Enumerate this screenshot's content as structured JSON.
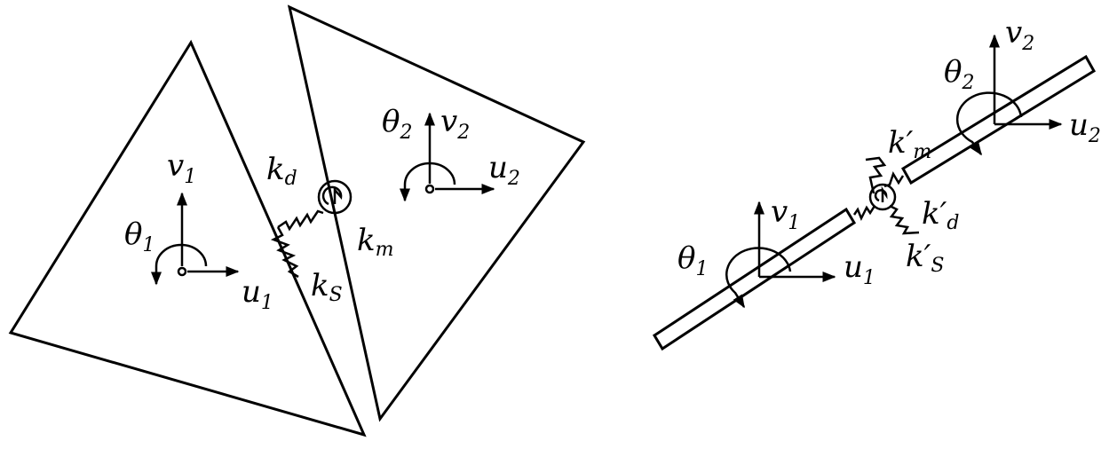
{
  "left_diagram": {
    "element1": {
      "theta": "θ",
      "theta_sub": "1",
      "v": "v",
      "v_sub": "1",
      "u": "u",
      "u_sub": "1"
    },
    "element2": {
      "theta": "θ",
      "theta_sub": "2",
      "v": "v",
      "v_sub": "2",
      "u": "u",
      "u_sub": "2"
    },
    "springs": {
      "kd": {
        "base": "k",
        "sub": "d"
      },
      "km": {
        "base": "k",
        "sub": "m"
      },
      "ks": {
        "base": "k",
        "sub": "S"
      }
    }
  },
  "right_diagram": {
    "element1": {
      "theta": "θ",
      "theta_sub": "1",
      "v": "v",
      "v_sub": "1",
      "u": "u",
      "u_sub": "1"
    },
    "element2": {
      "theta": "θ",
      "theta_sub": "2",
      "v": "v",
      "v_sub": "2",
      "u": "u",
      "u_sub": "2"
    },
    "springs": {
      "kd": {
        "base": "k′",
        "sub": "d"
      },
      "km": {
        "base": "k′",
        "sub": "m"
      },
      "ks": {
        "base": "k′",
        "sub": "S"
      }
    }
  },
  "colors": {
    "ink": "#000000",
    "background": "#ffffff"
  }
}
